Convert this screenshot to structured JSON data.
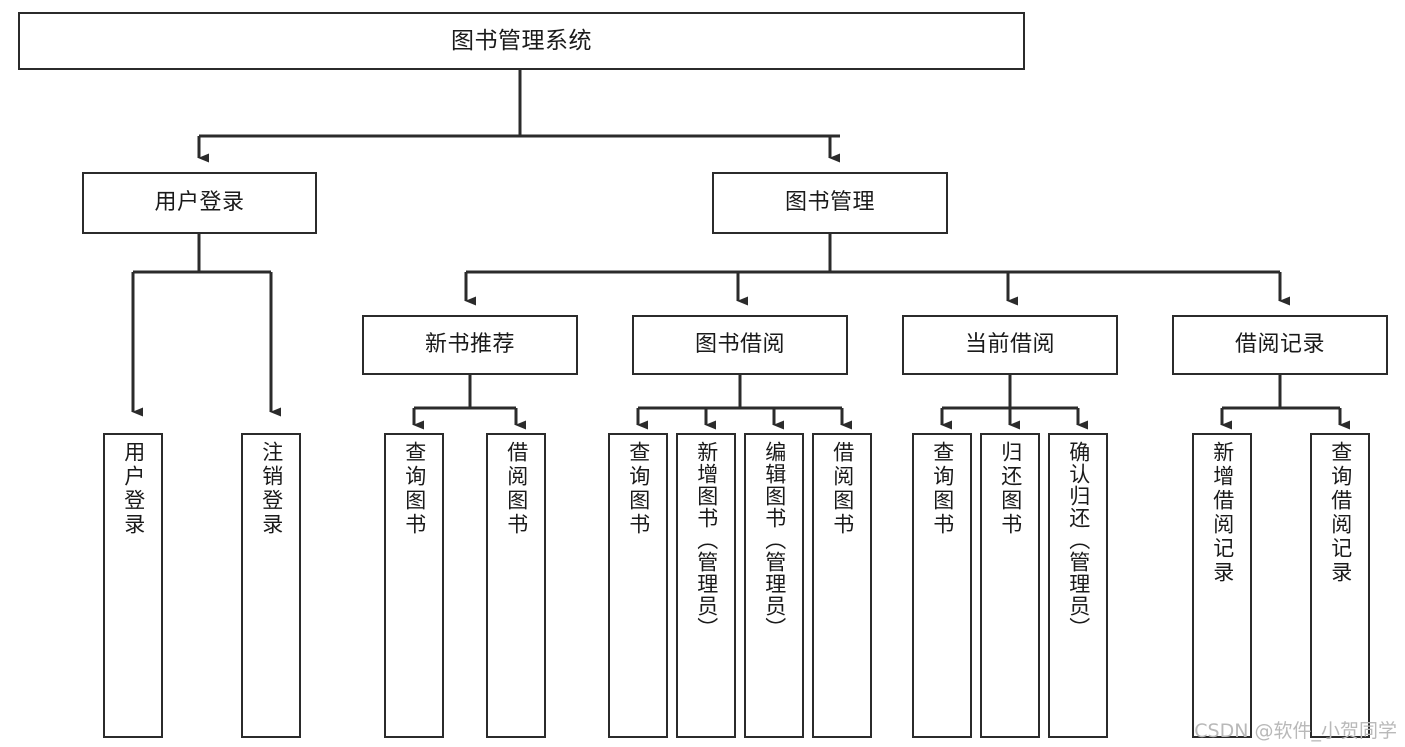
{
  "diagram": {
    "type": "tree",
    "title": "图书管理系统",
    "watermark": "CSDN @软件_小贺同学",
    "colors": {
      "stroke": "#2b2b2b",
      "fill": "#ffffff",
      "text": "#1a1a1a",
      "watermark": "#b9b9b9"
    },
    "nodes": {
      "root": {
        "label": "图书管理系统"
      },
      "level2": [
        {
          "id": "user-login",
          "label": "用户登录"
        },
        {
          "id": "book-manage",
          "label": "图书管理"
        }
      ],
      "level3": [
        {
          "id": "new-book-rec",
          "label": "新书推荐"
        },
        {
          "id": "book-borrow",
          "label": "图书借阅"
        },
        {
          "id": "current-borrow",
          "label": "当前借阅"
        },
        {
          "id": "borrow-record",
          "label": "借阅记录"
        }
      ],
      "leaves": [
        {
          "id": "leaf-user-login",
          "label": "用户登录"
        },
        {
          "id": "leaf-logout-login",
          "label": "注销登录"
        },
        {
          "id": "leaf-query-book-1",
          "label": "查询图书"
        },
        {
          "id": "leaf-borrow-book-1",
          "label": "借阅图书"
        },
        {
          "id": "leaf-query-book-2",
          "label": "查询图书"
        },
        {
          "id": "leaf-add-book",
          "label": "新增图书（管理员）"
        },
        {
          "id": "leaf-edit-book",
          "label": "编辑图书（管理员）"
        },
        {
          "id": "leaf-borrow-book-2",
          "label": "借阅图书"
        },
        {
          "id": "leaf-query-book-3",
          "label": "查询图书"
        },
        {
          "id": "leaf-return-book",
          "label": "归还图书"
        },
        {
          "id": "leaf-confirm-return",
          "label": "确认归还（管理员）"
        },
        {
          "id": "leaf-add-record",
          "label": "新增借阅记录"
        },
        {
          "id": "leaf-query-record",
          "label": "查询借阅记录"
        }
      ]
    }
  }
}
